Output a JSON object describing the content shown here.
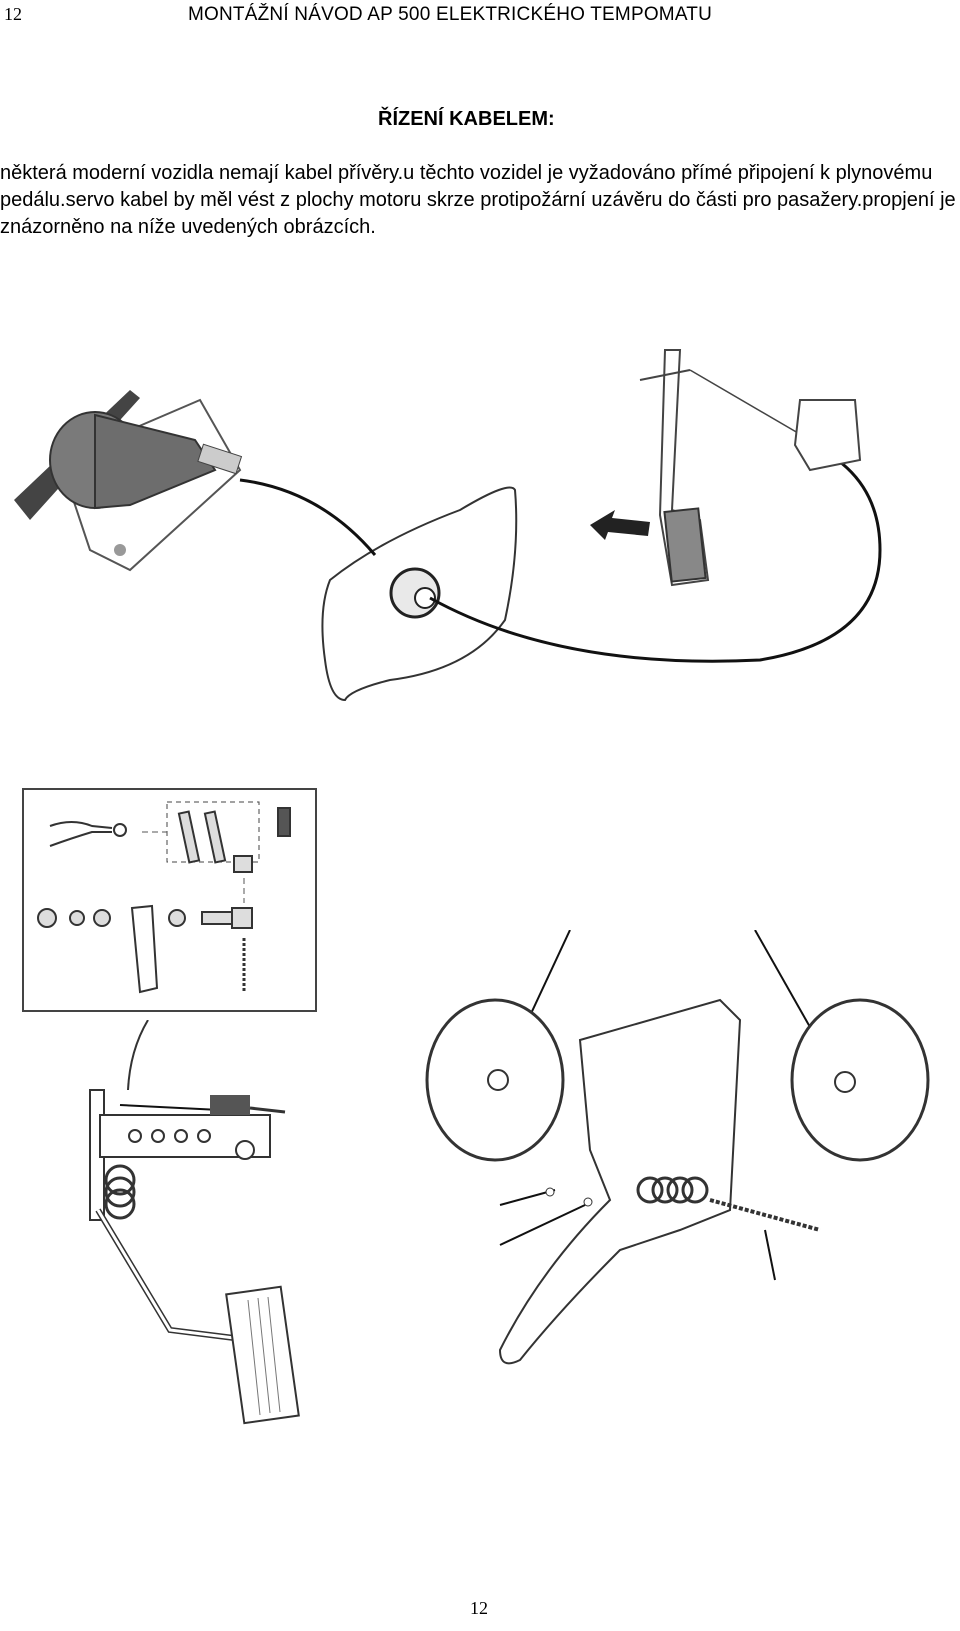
{
  "header": {
    "page_number": "12",
    "title": "MONTÁŽNÍ NÁVOD AP 500 ELEKTRICKÉHO TEMPOMATU"
  },
  "section": {
    "heading": "ŘÍZENÍ KABELEM:",
    "paragraph": "některá moderní vozidla nemají kabel přívěry.u těchto vozidel je vyžadováno přímé připojení k plynovému pedálu.servo kabel by měl vést z plochy motoru skrze protipožární uzávěru do části pro pasažery.propjení je znázorněno na níže uvedených obrázcích."
  },
  "footer": {
    "page_number": "12"
  },
  "figures": {
    "servo_routing": "servo-cable-routing-illustration",
    "parts_detail": "cable-attachment-parts-illustration",
    "pedal_assembly": "pedal-assembly-illustration",
    "pedal_closeup": "pedal-mount-closeup-illustration"
  }
}
